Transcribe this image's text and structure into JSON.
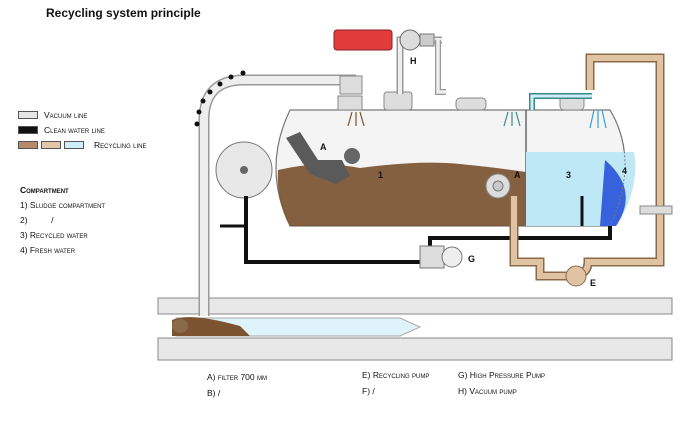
{
  "title": "Recycling system principle",
  "legend": {
    "vacuum": "Vacuum line",
    "clean": "Clean water line",
    "recycling": "Recycling line"
  },
  "compartment": {
    "heading": "Compartment",
    "items": [
      "1) Sludge compartment",
      "2)          /",
      "3) Recycled water",
      "4) Fresh water"
    ]
  },
  "keys": {
    "a": "A) filter 700 µm",
    "b": "B) /",
    "e": "E) Recycling pump",
    "f": "F) /",
    "g": "G) High Pressure Pump",
    "h": "H) Vacuum pump"
  },
  "labels": {
    "A1": "A",
    "A2": "A",
    "n1": "1",
    "n3": "3",
    "n4": "4",
    "E": "E",
    "G": "G",
    "H": "H"
  },
  "colors": {
    "sludge": "#7b5330",
    "water": "#bfe8f6",
    "recycling_pipe": "#e0c3a3",
    "clean_pipe": "#111111",
    "vacuum_pump": "#e23b3b"
  }
}
